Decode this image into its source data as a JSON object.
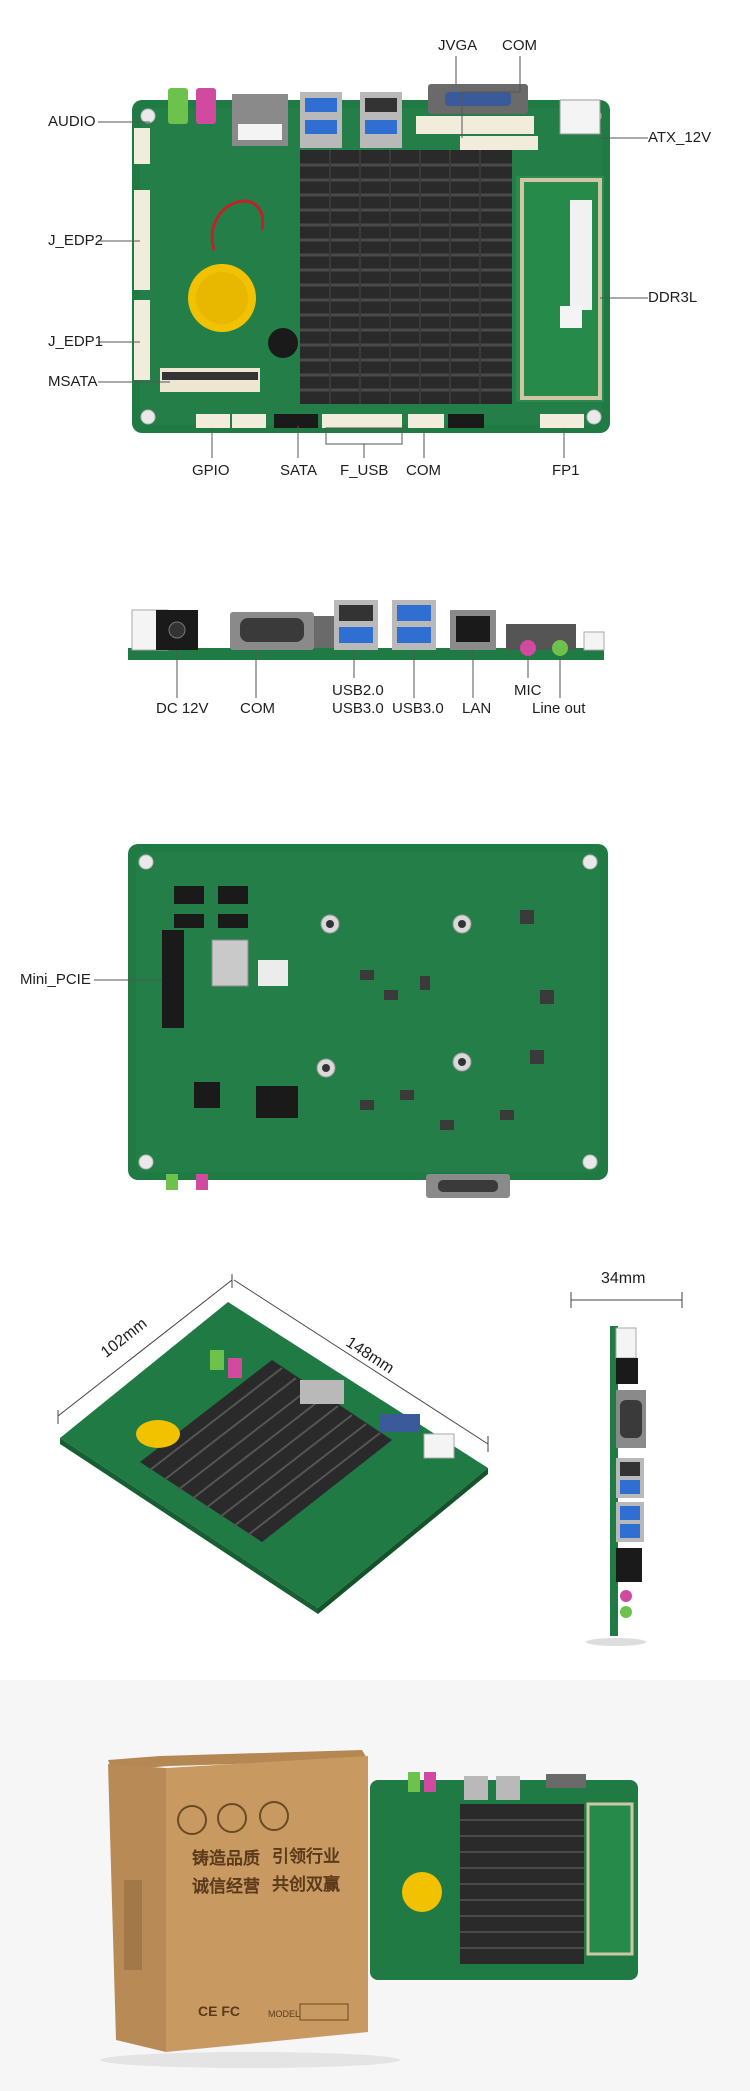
{
  "board_top_labels": {
    "jvga": "JVGA",
    "com_top": "COM",
    "audio": "AUDIO",
    "atx_12v": "ATX_12V",
    "j_edp2": "J_EDP2",
    "ddr3l": "DDR3L",
    "j_edp1": "J_EDP1",
    "msata": "MSATA",
    "gpio": "GPIO",
    "sata": "SATA",
    "f_usb": "F_USB",
    "com_bottom": "COM",
    "fp1": "FP1"
  },
  "io_labels": {
    "dc12v": "DC 12V",
    "com": "COM",
    "usb20": "USB2.0",
    "usb30_a": "USB3.0",
    "usb30_b": "USB3.0",
    "lan": "LAN",
    "mic": "MIC",
    "line_out": "Line out"
  },
  "back_labels": {
    "mini_pcie": "Mini_PCIE"
  },
  "dimensions": {
    "width": "102mm",
    "length": "148mm",
    "height": "34mm"
  },
  "box_text": {
    "line1a": "铸造品质",
    "line1b": "引领行业",
    "line2a": "诚信经营",
    "line2b": "共创双赢",
    "cert": "CE FC",
    "model": "MODEL"
  },
  "colors": {
    "pcb_green": "#1f7a43",
    "heatsink": "#2a2a2a",
    "battery": "#f2c200",
    "cardboard": "#c89a62",
    "audio_green": "#6cc24a",
    "audio_pink": "#d04aa0",
    "usb3_blue": "#2e6fd1"
  }
}
